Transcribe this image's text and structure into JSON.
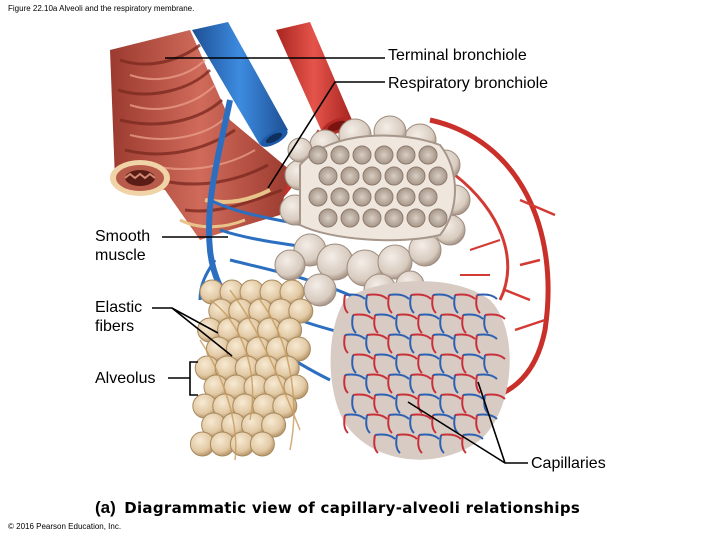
{
  "figure": {
    "caption": "Figure 22.10a Alveoli and the respiratory membrane.",
    "copyright": "© 2016 Pearson Education, Inc.",
    "part_letter": "(a)",
    "subtitle": "Diagrammatic view of capillary-alveoli relationships"
  },
  "labels": {
    "terminal_bronchiole": "Terminal bronchiole",
    "respiratory_bronchiole": "Respiratory  bronchiole",
    "smooth_muscle": "Smooth muscle",
    "elastic_fibers": "Elastic fibers",
    "alveolus": "Alveolus",
    "capillaries": "Capillaries"
  },
  "colors": {
    "muscle": "#c65a4c",
    "muscle_dark": "#8f3128",
    "vein": "#2c6fc0",
    "artery": "#d23a33",
    "alveoli_tan": "#e8d3b4",
    "alveoli_grey": "#d9cfc6"
  }
}
